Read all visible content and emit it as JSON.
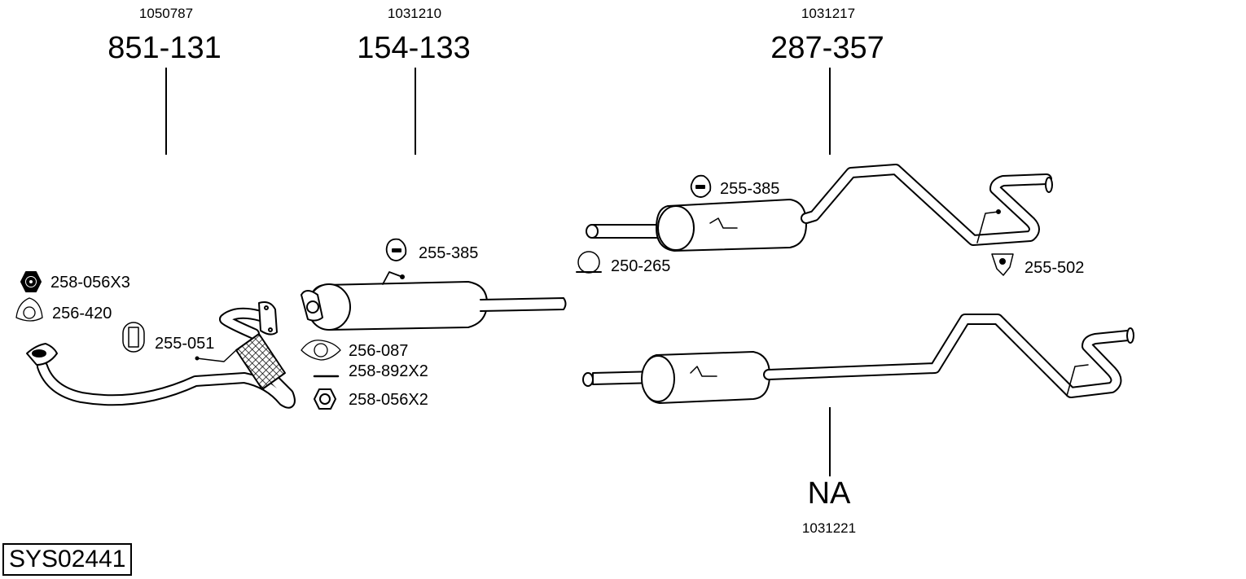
{
  "diagram_id": "SYS02441",
  "assemblies": [
    {
      "name": "front-pipe",
      "article_no": "1050787",
      "part_no": "851-131"
    },
    {
      "name": "center-silencer",
      "article_no": "1031210",
      "part_no": "154-133"
    },
    {
      "name": "rear-silencer-upper",
      "article_no": "1031217",
      "part_no": "287-357"
    },
    {
      "name": "rear-silencer-lower",
      "article_no": "1031221",
      "part_no": "NA"
    }
  ],
  "accessories": [
    {
      "name": "nut",
      "label": "258-056X3",
      "icon": "hex-nut-icon"
    },
    {
      "name": "gasket-3-hole",
      "label": "256-420",
      "icon": "gasket-icon"
    },
    {
      "name": "rubber-mount",
      "label": "255-051",
      "icon": "rubber-mount-icon"
    },
    {
      "name": "hanger-center",
      "label": "255-385",
      "icon": "hanger-icon"
    },
    {
      "name": "gasket-2-hole",
      "label": "256-087",
      "icon": "gasket-icon"
    },
    {
      "name": "bolt",
      "label": "258-892X2",
      "icon": "bolt-icon"
    },
    {
      "name": "nut-2",
      "label": "258-056X2",
      "icon": "hex-nut-icon"
    },
    {
      "name": "hanger-rear",
      "label": "255-385",
      "icon": "hanger-icon"
    },
    {
      "name": "clamp",
      "label": "250-265",
      "icon": "clamp-icon"
    },
    {
      "name": "rear-mount",
      "label": "255-502",
      "icon": "rubber-mount-icon"
    }
  ]
}
